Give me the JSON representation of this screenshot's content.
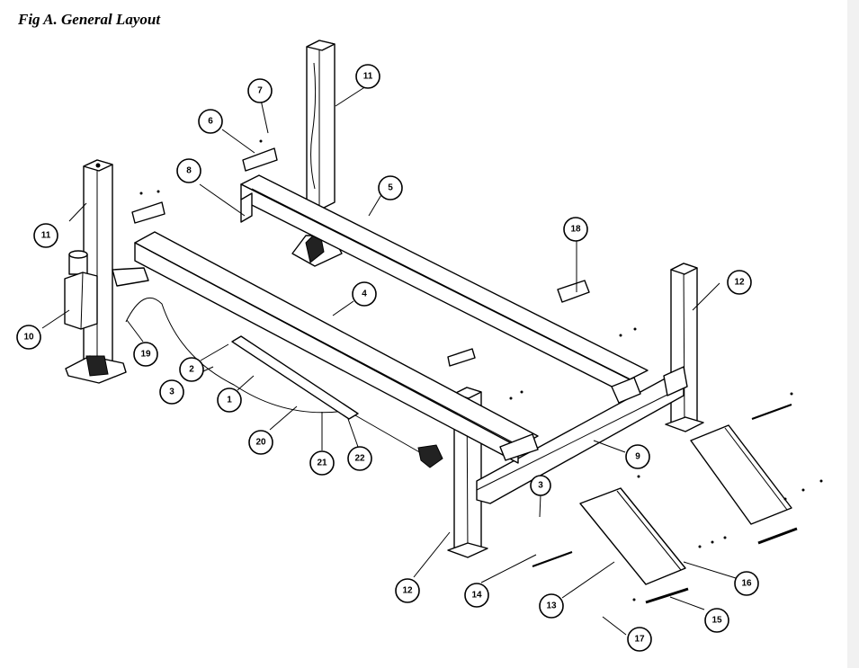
{
  "title": "Fig A.  General Layout",
  "callouts": {
    "c1": "1",
    "c2": "2",
    "c3a": "3",
    "c3b": "3",
    "c4": "4",
    "c5": "5",
    "c6": "6",
    "c7": "7",
    "c8": "8",
    "c9": "9",
    "c10": "10",
    "c11a": "11",
    "c11b": "11",
    "c12a": "12",
    "c12b": "12",
    "c13": "13",
    "c14": "14",
    "c15": "15",
    "c16": "16",
    "c17": "17",
    "c18": "18",
    "c19": "19",
    "c20": "20",
    "c21": "21",
    "c22": "22"
  }
}
